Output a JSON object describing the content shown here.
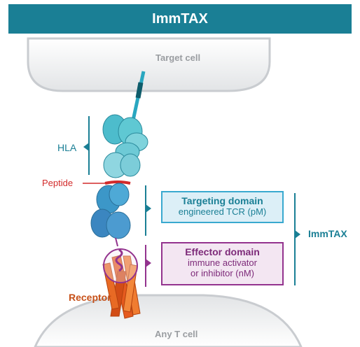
{
  "header": {
    "title": "ImmTAX"
  },
  "cells": {
    "target_cell": "Target cell",
    "t_cell": "Any T cell"
  },
  "labels": {
    "hla": "HLA",
    "peptide": "Peptide",
    "receptor": "Receptor",
    "immtax": "ImmTAX"
  },
  "targeting_domain": {
    "title": "Targeting domain",
    "subtitle": "engineered TCR (pM)"
  },
  "effector_domain": {
    "title": "Effector domain",
    "line1": "immune activator",
    "line2": "or inhibitor (nM)"
  },
  "colors": {
    "header_bg": "#1a7f95",
    "teal": "#1a7f95",
    "targeting_box_bg": "#dceff7",
    "targeting_box_border": "#39a9cf",
    "effector_box_bg": "#f3e6f2",
    "effector_box_border": "#93338e",
    "peptide_red": "#d22a2a",
    "receptor_orange": "#c75119"
  }
}
